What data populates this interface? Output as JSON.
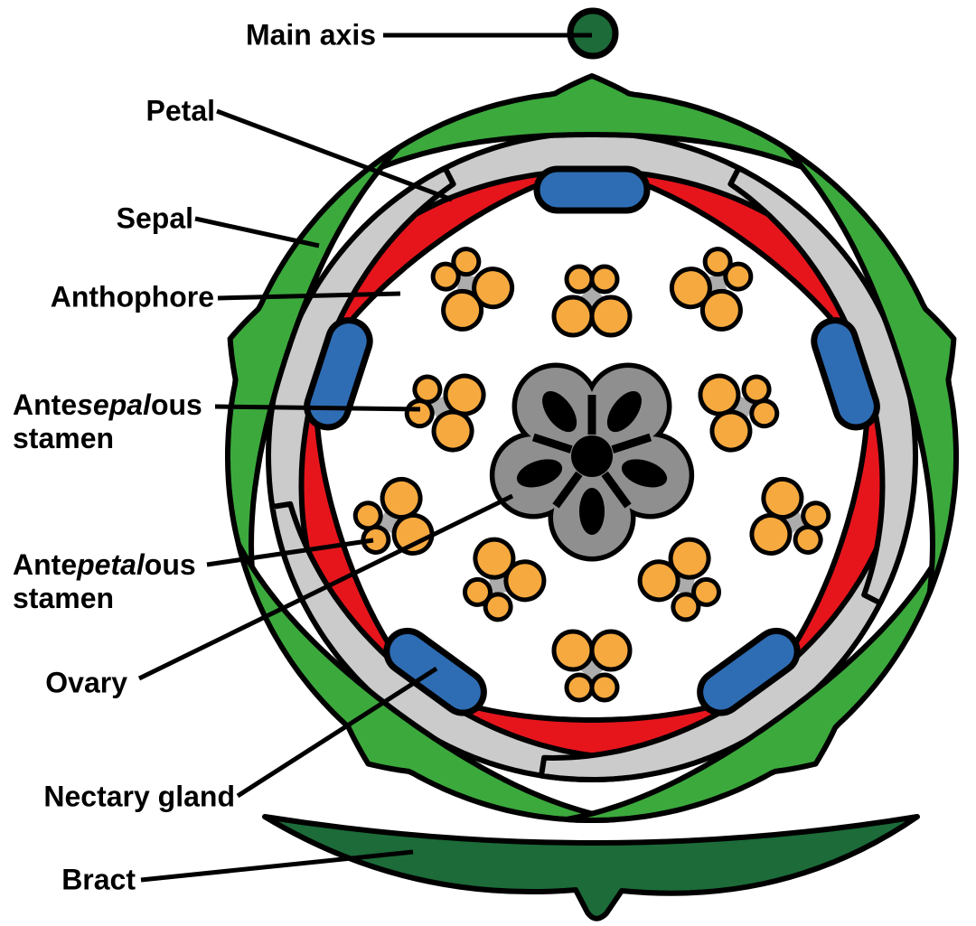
{
  "figure": {
    "type": "floral-diagram",
    "background": "#FFFFFF",
    "outline": "#000000",
    "parts": {
      "main_axis": {
        "label": "Main axis",
        "color": "#1C6B39",
        "count": 1
      },
      "petal": {
        "label": "Petal",
        "color": "#E6151C",
        "count": 5
      },
      "sepal": {
        "label": "Sepal",
        "color": "#3CA93D",
        "count": 5
      },
      "anthophore": {
        "label": "Anthophore",
        "color": "#CBCBCB"
      },
      "antesepalous_stamen": {
        "label_pre": "Ante",
        "label_italic": "sepal",
        "label_post": "ous",
        "label_line2": "stamen",
        "color": "#F6A93F",
        "center_color": "#ACACAC",
        "count": 5
      },
      "antepetalous_stamen": {
        "label_pre": "Ante",
        "label_italic": "petal",
        "label_post": "ous",
        "label_line2": "stamen",
        "color": "#F6A93F",
        "center_color": "#ACACAC",
        "count": 5
      },
      "ovary": {
        "label": "Ovary",
        "color": "#8F8F8F",
        "locule_color": "#000000",
        "locules": 5
      },
      "nectary_gland": {
        "label": "Nectary gland",
        "color": "#2E6DB4",
        "count": 5
      },
      "bract": {
        "label": "Bract",
        "color": "#1C6B39",
        "count": 1
      }
    }
  }
}
